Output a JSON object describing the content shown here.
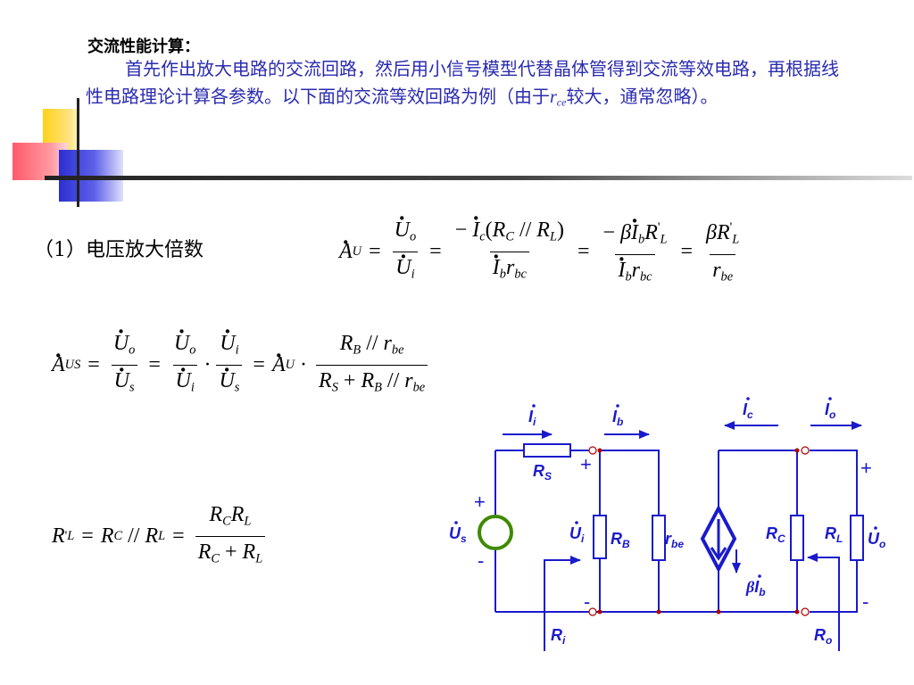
{
  "heading": "交流性能计算：",
  "paragraph": {
    "part1": "首先作出放大电路的交流回路，然后用小信号模型代替晶体管得到交流等效电路，再根据线性电路理论计算各参数。以下面的交流等效回路为例（由于",
    "var": "r",
    "var_sub": "ce",
    "part2": "较大，通常忽略）。"
  },
  "section_label": "（1）电压放大倍数",
  "sym": {
    "A": "A",
    "U": "U",
    "I": "I",
    "R": "R",
    "r": "r",
    "beta": "β",
    "eq": "=",
    "minus": "−",
    "par": "//",
    "plus": "+",
    "cdot": "·",
    "lp": "(",
    "rp": ")",
    "prime": "'",
    "sub_U": "U",
    "sub_US": "US",
    "sub_o": "o",
    "sub_i": "i",
    "sub_s": "s",
    "sub_c": "c",
    "sub_b": "b",
    "sub_bc": "bc",
    "sub_be": "be",
    "sub_C": "C",
    "sub_L": "L",
    "sub_B": "B",
    "sub_S": "S"
  },
  "circuit": {
    "Ii": "I",
    "Ii_sub": "i",
    "Ib": "I",
    "Ib_sub": "b",
    "Ic": "I",
    "Ic_sub": "c",
    "Io": "I",
    "Io_sub": "o",
    "RS": "R",
    "RS_sub": "S",
    "RB": "R",
    "RB_sub": "B",
    "rbe": "r",
    "rbe_sub": "be",
    "RC": "R",
    "RC_sub": "C",
    "RL": "R",
    "RL_sub": "L",
    "Us": "U",
    "Us_sub": "s",
    "Ui": "U",
    "Ui_sub": "i",
    "Uo": "U",
    "Uo_sub": "o",
    "beta_Ib": "β",
    "beta_Ib_I": "I",
    "beta_Ib_sub": "b",
    "Ri": "R",
    "Ri_sub": "i",
    "Ro": "R",
    "Ro_sub": "o",
    "plus": "+",
    "minus": "-",
    "wire_color": "#1a1acc",
    "source_color": "#3f8a00",
    "node_color": "#b00000"
  }
}
